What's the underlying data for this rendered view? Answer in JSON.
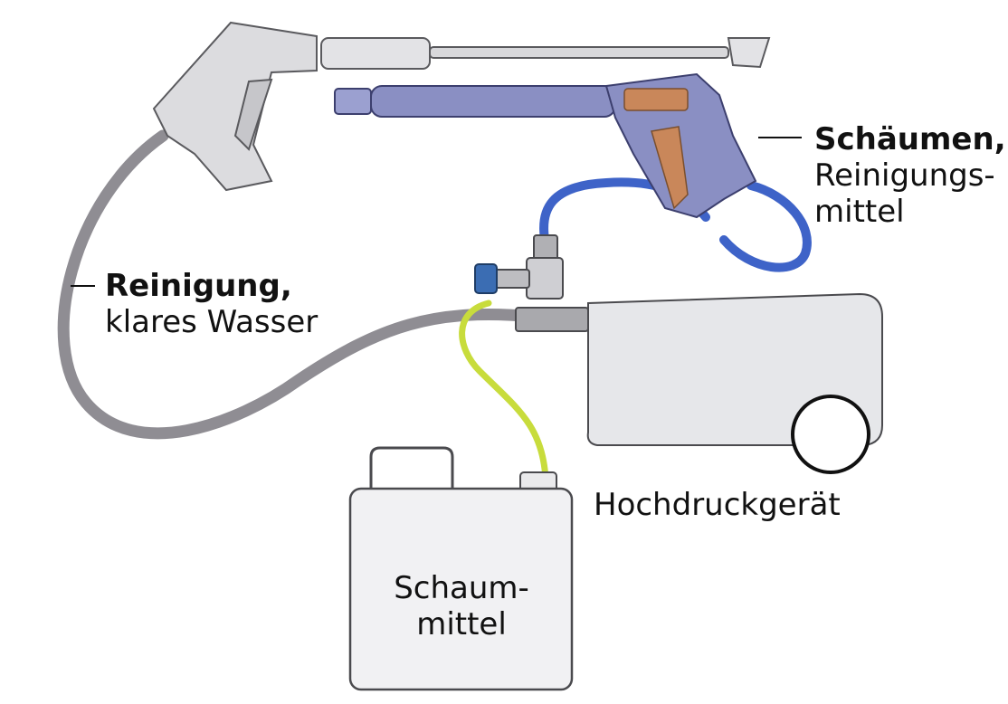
{
  "labels": {
    "cleaning": {
      "title": "Reinigung,",
      "subtitle": "klares Wasser"
    },
    "foaming": {
      "title": "Schäumen,",
      "line2": "Reinigungs-",
      "line3": "mittel"
    },
    "machine": "Hochdruckgerät",
    "canister": {
      "line1": "Schaum-",
      "line2": "mittel"
    }
  },
  "colors": {
    "grey_hose": "#8f8d93",
    "blue_hose": "#3e63c8",
    "yellow_hose": "#c8dc3c",
    "gun_grey": "#dcdcdf",
    "gun_blue": "#8a8fc3",
    "trigger_orange": "#c9875a",
    "machine_body": "#e6e7ea",
    "outline": "#4a4a4e"
  },
  "icons": [
    "spray-gun-grey",
    "spray-gun-blue",
    "t-connector-valve",
    "foam-canister",
    "pressure-washer-machine"
  ]
}
